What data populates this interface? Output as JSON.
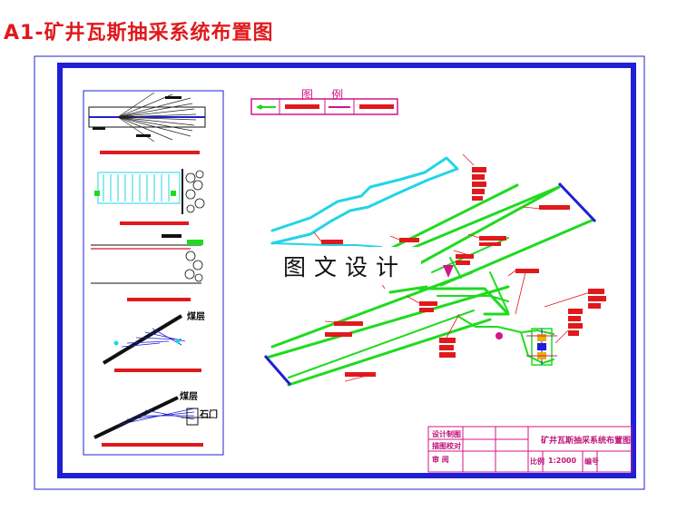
{
  "page": {
    "title": "A1-矿井瓦斯抽采系统布置图"
  },
  "legend": {
    "title": "图 例"
  },
  "watermark": {
    "text": "图文设计"
  },
  "detail_labels": {
    "seam_a": "煤层",
    "seam_b": "煤层",
    "gate": "石门"
  },
  "title_block": {
    "row1_left": "设计制图",
    "row2_left": "描图校对",
    "row3_left": "审  阅",
    "drawing_name": "矿井瓦斯抽采系统布置图",
    "scale_label": "比例",
    "scale_value": "1:2000",
    "number_label": "编号"
  },
  "colors": {
    "title_red": "#e0191c",
    "frame_blue": "#1f1fd6",
    "roadway_green": "#1edb1e",
    "roadway_cyan": "#22d4e6",
    "callout_red": "#e0191c",
    "legend_magenta": "#d4148a"
  }
}
